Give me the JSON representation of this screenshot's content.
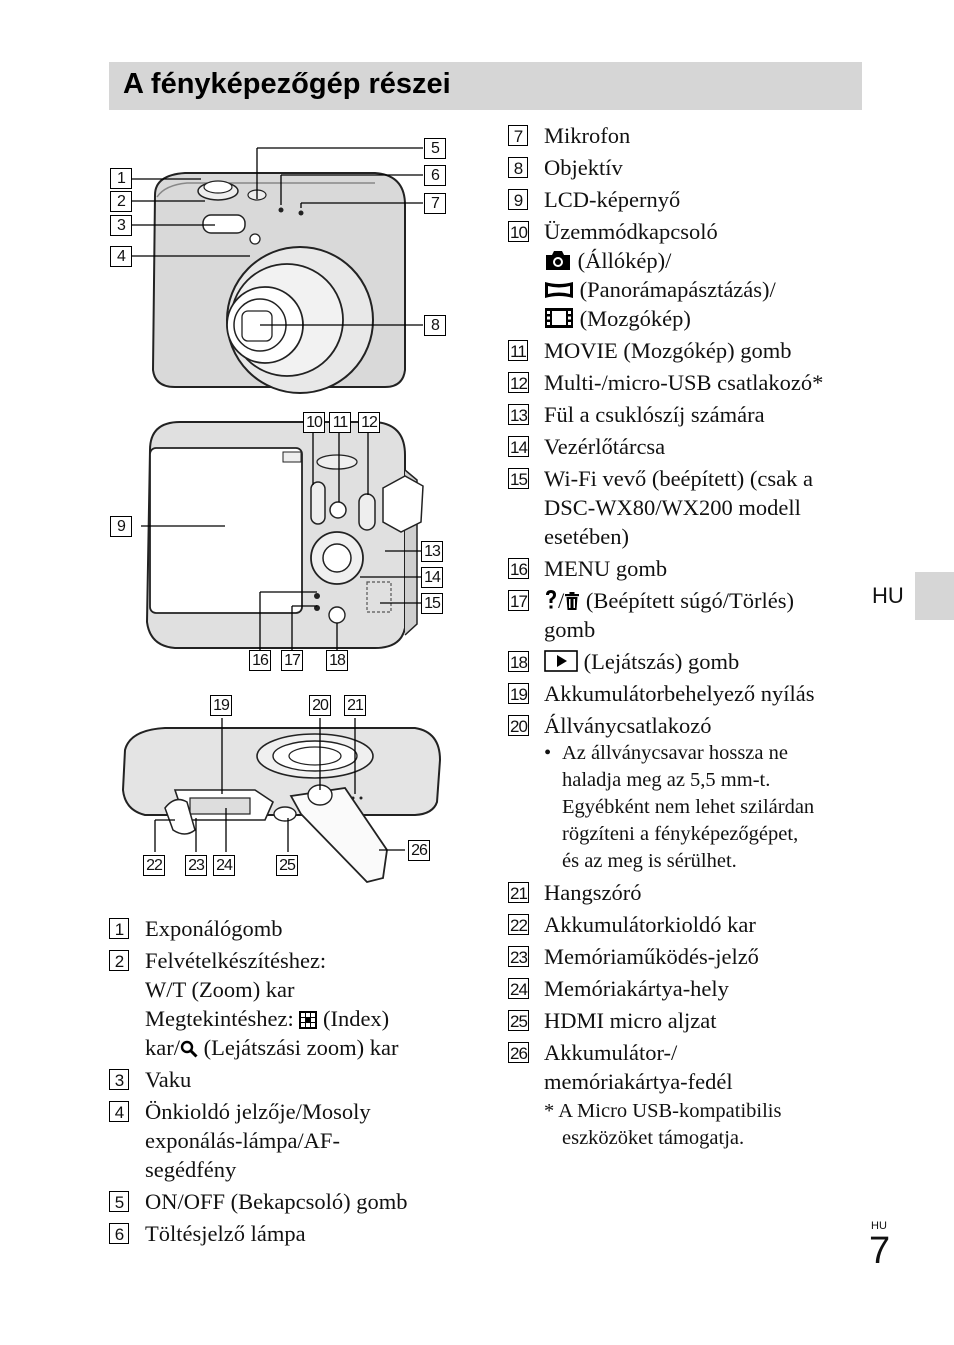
{
  "header": {
    "title": "A fényképezőgép részei"
  },
  "side_tab": {
    "lang": "HU"
  },
  "footer": {
    "lang": "HU",
    "page": "7"
  },
  "left_list": [
    {
      "num": "1",
      "lines": [
        "Exponálógomb"
      ]
    },
    {
      "num": "2",
      "lines": [
        "Felvételkészítéshez:",
        "W/T (Zoom) kar"
      ],
      "line3_a": "Megtekintéshez: ",
      "line3_b": " (Index)",
      "line4_a": "kar/",
      "line4_b": " (Lejátszási zoom) kar"
    },
    {
      "num": "3",
      "lines": [
        "Vaku"
      ]
    },
    {
      "num": "4",
      "lines": [
        "Önkioldó jelzője/Mosoly",
        "exponálás-lámpa/AF-",
        "segédfény"
      ]
    },
    {
      "num": "5",
      "lines": [
        "ON/OFF (Bekapcsoló) gomb"
      ]
    },
    {
      "num": "6",
      "lines": [
        "Töltésjelző lámpa"
      ]
    }
  ],
  "right_list": [
    {
      "num": "7",
      "text": "Mikrofon"
    },
    {
      "num": "8",
      "text": "Objektív"
    },
    {
      "num": "9",
      "text": "LCD-képernyő"
    },
    {
      "num": "10",
      "text": "Üzemmódkapcsoló",
      "sub1": " (Állókép)/",
      "sub2": " (Panorámapásztázás)/",
      "sub3": " (Mozgókép)"
    },
    {
      "num": "11",
      "text": "MOVIE (Mozgókép) gomb"
    },
    {
      "num": "12",
      "text": "Multi-/micro-USB csatlakozó*"
    },
    {
      "num": "13",
      "text": "Fül a csuklószíj számára"
    },
    {
      "num": "14",
      "text": "Vezérlőtárcsa"
    },
    {
      "num": "15",
      "lines": [
        "Wi-Fi vevő (beépített) (csak a",
        "DSC-WX80/WX200 modell",
        "esetében)"
      ]
    },
    {
      "num": "16",
      "text": "MENU gomb"
    },
    {
      "num": "17",
      "text_a": "/",
      "text_b": " (Beépített súgó/Törlés)",
      "line2": "gomb"
    },
    {
      "num": "18",
      "text": " (Lejátszás) gomb"
    },
    {
      "num": "19",
      "text": "Akkumulátorbehelyező nyílás"
    },
    {
      "num": "20",
      "text": "Állványcsatlakozó",
      "note_lines": [
        "Az állványcsavar hossza ne",
        "haladja meg az 5,5 mm-t.",
        "Egyébként nem lehet szilárdan",
        "rögzíteni a fényképezőgépet,",
        "és az meg is sérülhet."
      ]
    },
    {
      "num": "21",
      "text": "Hangszóró"
    },
    {
      "num": "22",
      "text": "Akkumulátorkioldó kar"
    },
    {
      "num": "23",
      "text": "Memóriaműködés-jelző"
    },
    {
      "num": "24",
      "text": "Memóriakártya-hely"
    },
    {
      "num": "25",
      "text": "HDMI micro aljzat"
    },
    {
      "num": "26",
      "lines": [
        "Akkumulátor-/",
        "memóriakártya-fedél"
      ]
    }
  ],
  "footnote": {
    "lines": [
      "* A Micro USB-kompatibilis",
      "eszközöket támogatja."
    ]
  },
  "figure_callouts": {
    "front": [
      "1",
      "2",
      "3",
      "4",
      "5",
      "6",
      "7",
      "8"
    ],
    "back": [
      "9",
      "10",
      "11",
      "12",
      "13",
      "14",
      "15",
      "16",
      "17",
      "18"
    ],
    "bottom": [
      "19",
      "20",
      "21",
      "22",
      "23",
      "24",
      "25",
      "26"
    ]
  }
}
